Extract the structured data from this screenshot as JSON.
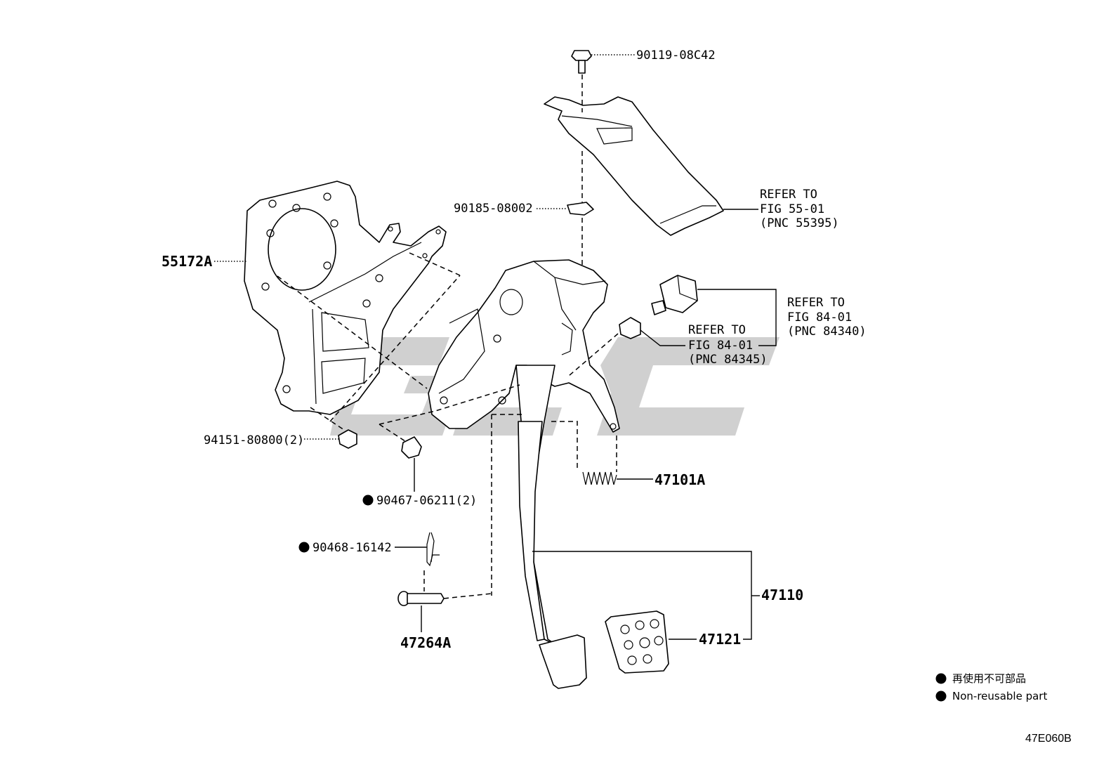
{
  "diagram": {
    "callouts": {
      "bolt": "90119-08C42",
      "cover_ref_line1": "REFER TO",
      "cover_ref_line2": "FIG 55-01",
      "cover_ref_line3": "(PNC 55395)",
      "clip_nut": "90185-08002",
      "switch_ref_a_line1": "REFER TO",
      "switch_ref_a_line2": "FIG 84-01",
      "switch_ref_a_line3": "(PNC 84340)",
      "switch_ref_b_line1": "REFER TO",
      "switch_ref_b_line2": "FIG 84-01",
      "switch_ref_b_line3": "(PNC 84345)",
      "bracket": "55172A",
      "nut": "94151-80800(2)",
      "bushing": "90467-06211(2)",
      "spring": "47101A",
      "cotter_pin": "90468-16142",
      "pedal_assembly": "47110",
      "pin": "47264A",
      "pedal_pad": "47121"
    },
    "legend": {
      "line1": "再使用不可部品",
      "line2": "Non-reusable part"
    },
    "figure_code": "47E060B",
    "watermark": "GLG",
    "colors": {
      "line": "#000000",
      "watermark": "#c8c8c8",
      "background": "#ffffff"
    }
  }
}
